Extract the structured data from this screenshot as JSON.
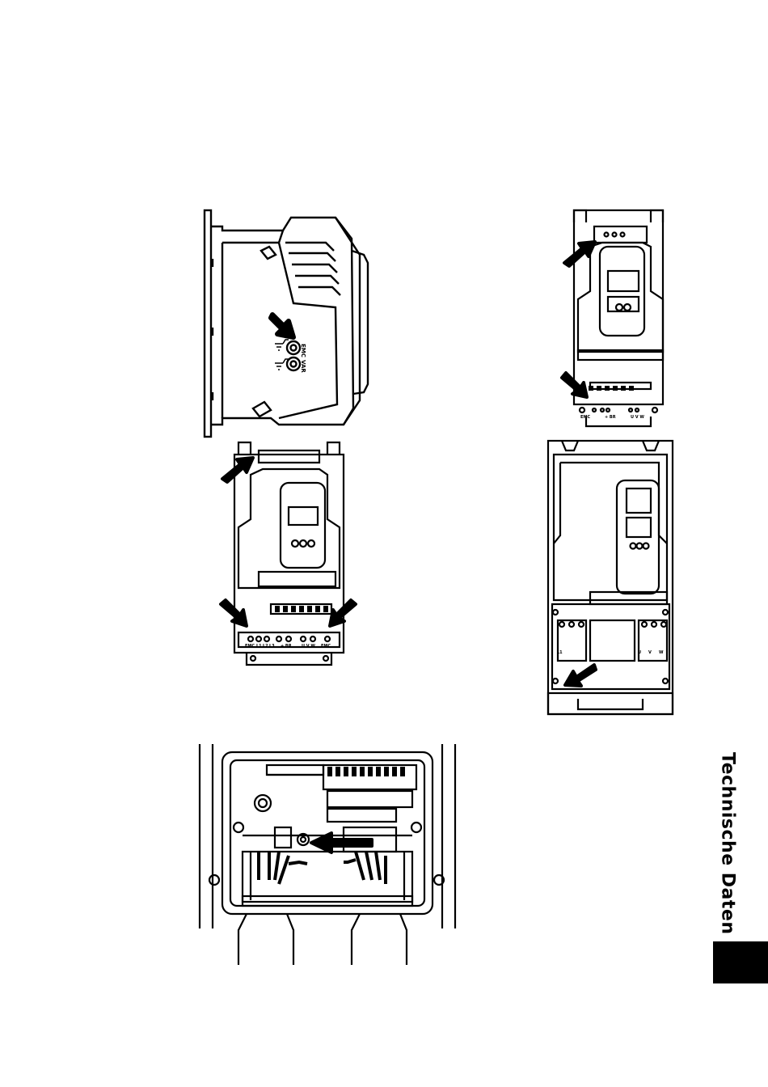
{
  "side_tab": {
    "label": "Technische Daten"
  },
  "figures": {
    "side_view": {
      "labels": {
        "emc": "EMC",
        "var": "VAR"
      }
    },
    "frame_small": {
      "terminal_labels": {
        "emc": "EMC",
        "dc": "+ BR",
        "out": "U V W"
      }
    },
    "frame_medium": {
      "terminal_labels": {
        "emc_left": "EMC",
        "l1": "L1",
        "l2": "L2",
        "l3": "L3",
        "dc": "+ BR",
        "out": "U V W",
        "emc_right": "EMC"
      }
    },
    "frame_large": {
      "terminal_labels": {
        "l1": "L1",
        "u": "U",
        "v": "V",
        "w": "W"
      }
    }
  }
}
